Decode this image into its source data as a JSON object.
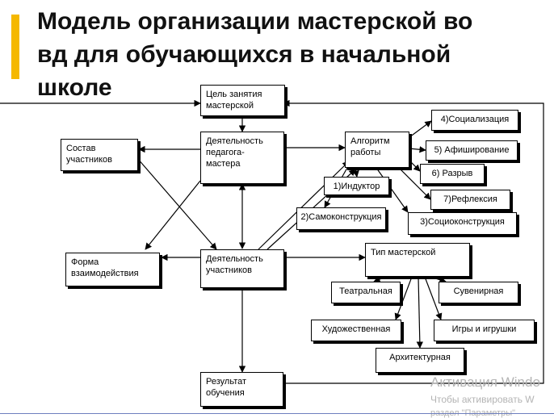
{
  "slide": {
    "title_lines": [
      "Модель организации  мастерской во",
      "вд для обучающихся в начальной",
      "школе"
    ],
    "accent_color": "#f5b800"
  },
  "diagram": {
    "boxes": {
      "goal": [
        "Цель занятия",
        "мастерской"
      ],
      "teacher": [
        "Деятельность",
        "педагога-",
        "мастера"
      ],
      "composition": [
        "Состав",
        "участников"
      ],
      "algorithm": [
        "Алгоритм",
        "работы"
      ],
      "socialization": [
        "4)Социализация"
      ],
      "affichage": [
        "5) Афиширование"
      ],
      "rupture": [
        "6) Разрыв"
      ],
      "reflection": [
        "7)Рефлексия"
      ],
      "inductor": [
        "1)Индуктор"
      ],
      "selfconstruction": [
        "2)Самоконструкция"
      ],
      "socioconstruction": [
        "3)Социоконструкция"
      ],
      "form": [
        "Форма",
        "взаимодействия"
      ],
      "participants": [
        "Деятельность",
        "участников"
      ],
      "workshop_type": [
        "Тип мастерской"
      ],
      "theatrical": [
        "Театральная"
      ],
      "souvenir": [
        "Сувенирная"
      ],
      "art": [
        "Художественная"
      ],
      "games": [
        "Игры и игрушки"
      ],
      "architectural": [
        "Архитектурная"
      ],
      "result": [
        "Результат",
        "обучения"
      ]
    }
  },
  "watermark": {
    "title": "Активация Windo",
    "subtitle": "Чтобы активировать W",
    "subtitle2": "раздел \"Параметры\""
  }
}
